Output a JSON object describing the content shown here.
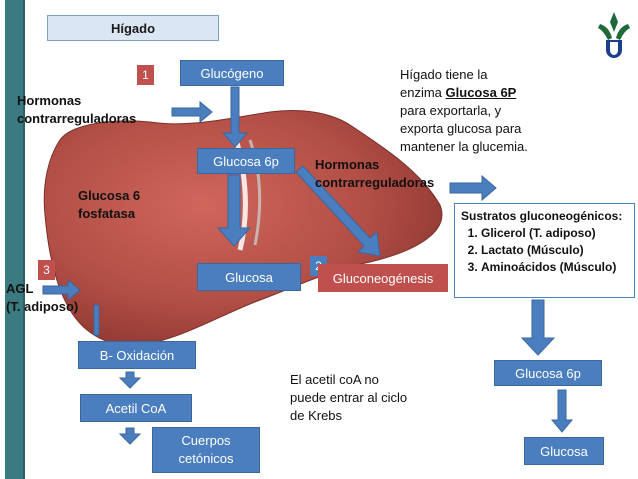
{
  "title": "Hígado",
  "badges": {
    "one": "1",
    "two": "2",
    "three": "3"
  },
  "boxes": {
    "glucogeno": "Glucógeno",
    "glucosa6p_center": "Glucosa 6p",
    "glucosa_center": "Glucosa",
    "gluconeogenesis": "Gluconeogénesis",
    "b_oxidacion": "B- Oxidación",
    "acetil_coa": "Acetil CoA",
    "cuerpos_line1": "Cuerpos",
    "cuerpos_line2": "cetónicos",
    "glucosa6p_right": "Glucosa 6p",
    "glucosa_right": "Glucosa"
  },
  "labels": {
    "hormonas_left_1": "Hormonas",
    "hormonas_left_2": "contrarreguladoras",
    "hormonas_mid_1": "Hormonas",
    "hormonas_mid_2": "contrarreguladoras",
    "glucosa6_fosfatasa_1": "Glucosa 6",
    "glucosa6_fosfatasa_2": "fosfatasa",
    "agl_1": "AGL",
    "agl_2": "(T. adiposo)"
  },
  "note_top": {
    "line1": "Hígado tiene la",
    "line2_pre": "enzima ",
    "line2_bold": "Glucosa 6P",
    "line3": "para exportarla, y",
    "line4": "exporta glucosa para",
    "line5": "mantener la glucemia."
  },
  "note_bottom": {
    "line1": "El acetil coA no",
    "line2": "puede entrar al ciclo",
    "line3": "de Krebs"
  },
  "sustratos": {
    "title": "Sustratos gluconeogénicos:",
    "items": [
      "Glicerol (T. adiposo)",
      "Lactato (Músculo)",
      "Aminoácidos (Músculo)"
    ]
  },
  "colors": {
    "blue": "#4a7ebf",
    "red": "#c0504d",
    "liver": "#b9534a",
    "sidebar": "#3c7a82"
  },
  "icons": {
    "logo": "university-shield-logo-icon"
  }
}
